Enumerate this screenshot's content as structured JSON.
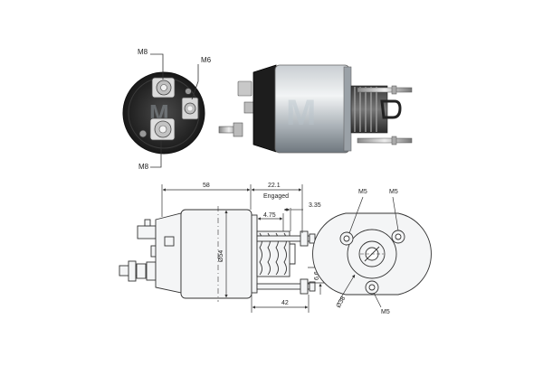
{
  "photo_end_view": {
    "label_m8_top": "M8",
    "label_m6": "M6",
    "label_m8_bottom": "M8"
  },
  "drawing_side_view": {
    "dim_length": "58",
    "dim_stroke": "22.1",
    "dim_stroke_note": "Engaged",
    "dim_plunger_gap": "4.75",
    "dim_plunger_tip": "3.35",
    "dim_diameter": "Ø54",
    "dim_thread_offset": "6.6",
    "dim_plunger_length": "42"
  },
  "drawing_end_view": {
    "label_m5_left": "M5",
    "label_m5_right": "M5",
    "label_m5_bottom": "M5",
    "label_bolt_circle": "Ø38"
  },
  "colors": {
    "line": "#333333",
    "metal_light": "#e6e8ea",
    "metal_mid": "#b5bbc0",
    "metal_dark": "#5a6066",
    "cap_black": "#1e1e1e",
    "drawing_fill": "#f4f5f6"
  }
}
